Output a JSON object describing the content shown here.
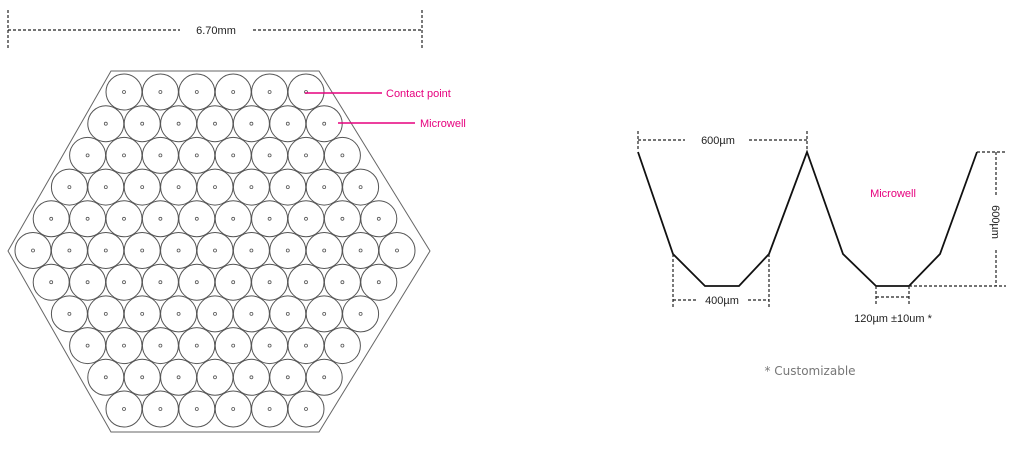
{
  "array_view": {
    "width_label": "6.70mm",
    "contact_point_label": "Contact point",
    "microwell_label": "Microwell",
    "rows": [
      6,
      7,
      8,
      9,
      10,
      11,
      10,
      9,
      8,
      7,
      6
    ]
  },
  "profile_view": {
    "pitch_label": "600µm",
    "opening_label": "400µm",
    "bottom_label": "120µm ±10um *",
    "depth_label": "600µm",
    "microwell_label": "Microwell",
    "footnote": "* Customizable"
  },
  "colors": {
    "accent": "#e6007e",
    "line": "#555555"
  }
}
